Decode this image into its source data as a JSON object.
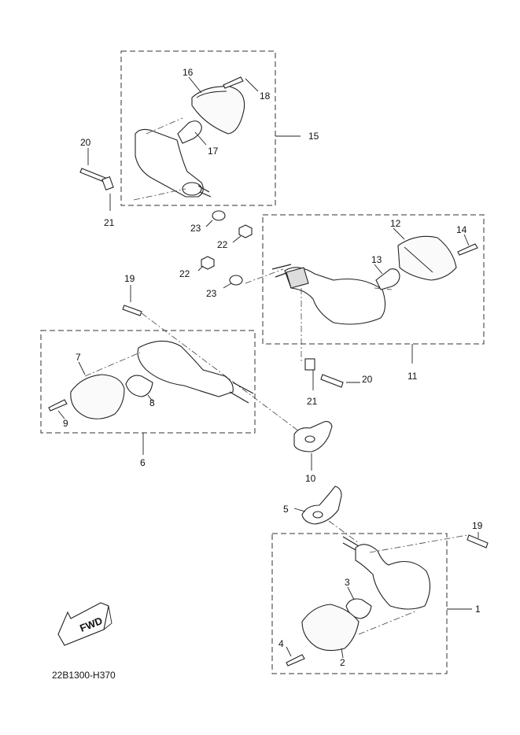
{
  "diagram_code": "22B1300-H370",
  "direction_label": "FWD",
  "callouts": {
    "c1": "1",
    "c2": "2",
    "c3": "3",
    "c4": "4",
    "c5": "5",
    "c6": "6",
    "c7": "7",
    "c8": "8",
    "c9": "9",
    "c10": "10",
    "c11": "11",
    "c12": "12",
    "c13": "13",
    "c14": "14",
    "c15": "15",
    "c16": "16",
    "c17": "17",
    "c18": "18",
    "c19a": "19",
    "c19b": "19",
    "c20a": "20",
    "c20b": "20",
    "c21a": "21",
    "c21b": "21",
    "c22a": "22",
    "c22b": "22",
    "c23a": "23",
    "c23b": "23"
  }
}
